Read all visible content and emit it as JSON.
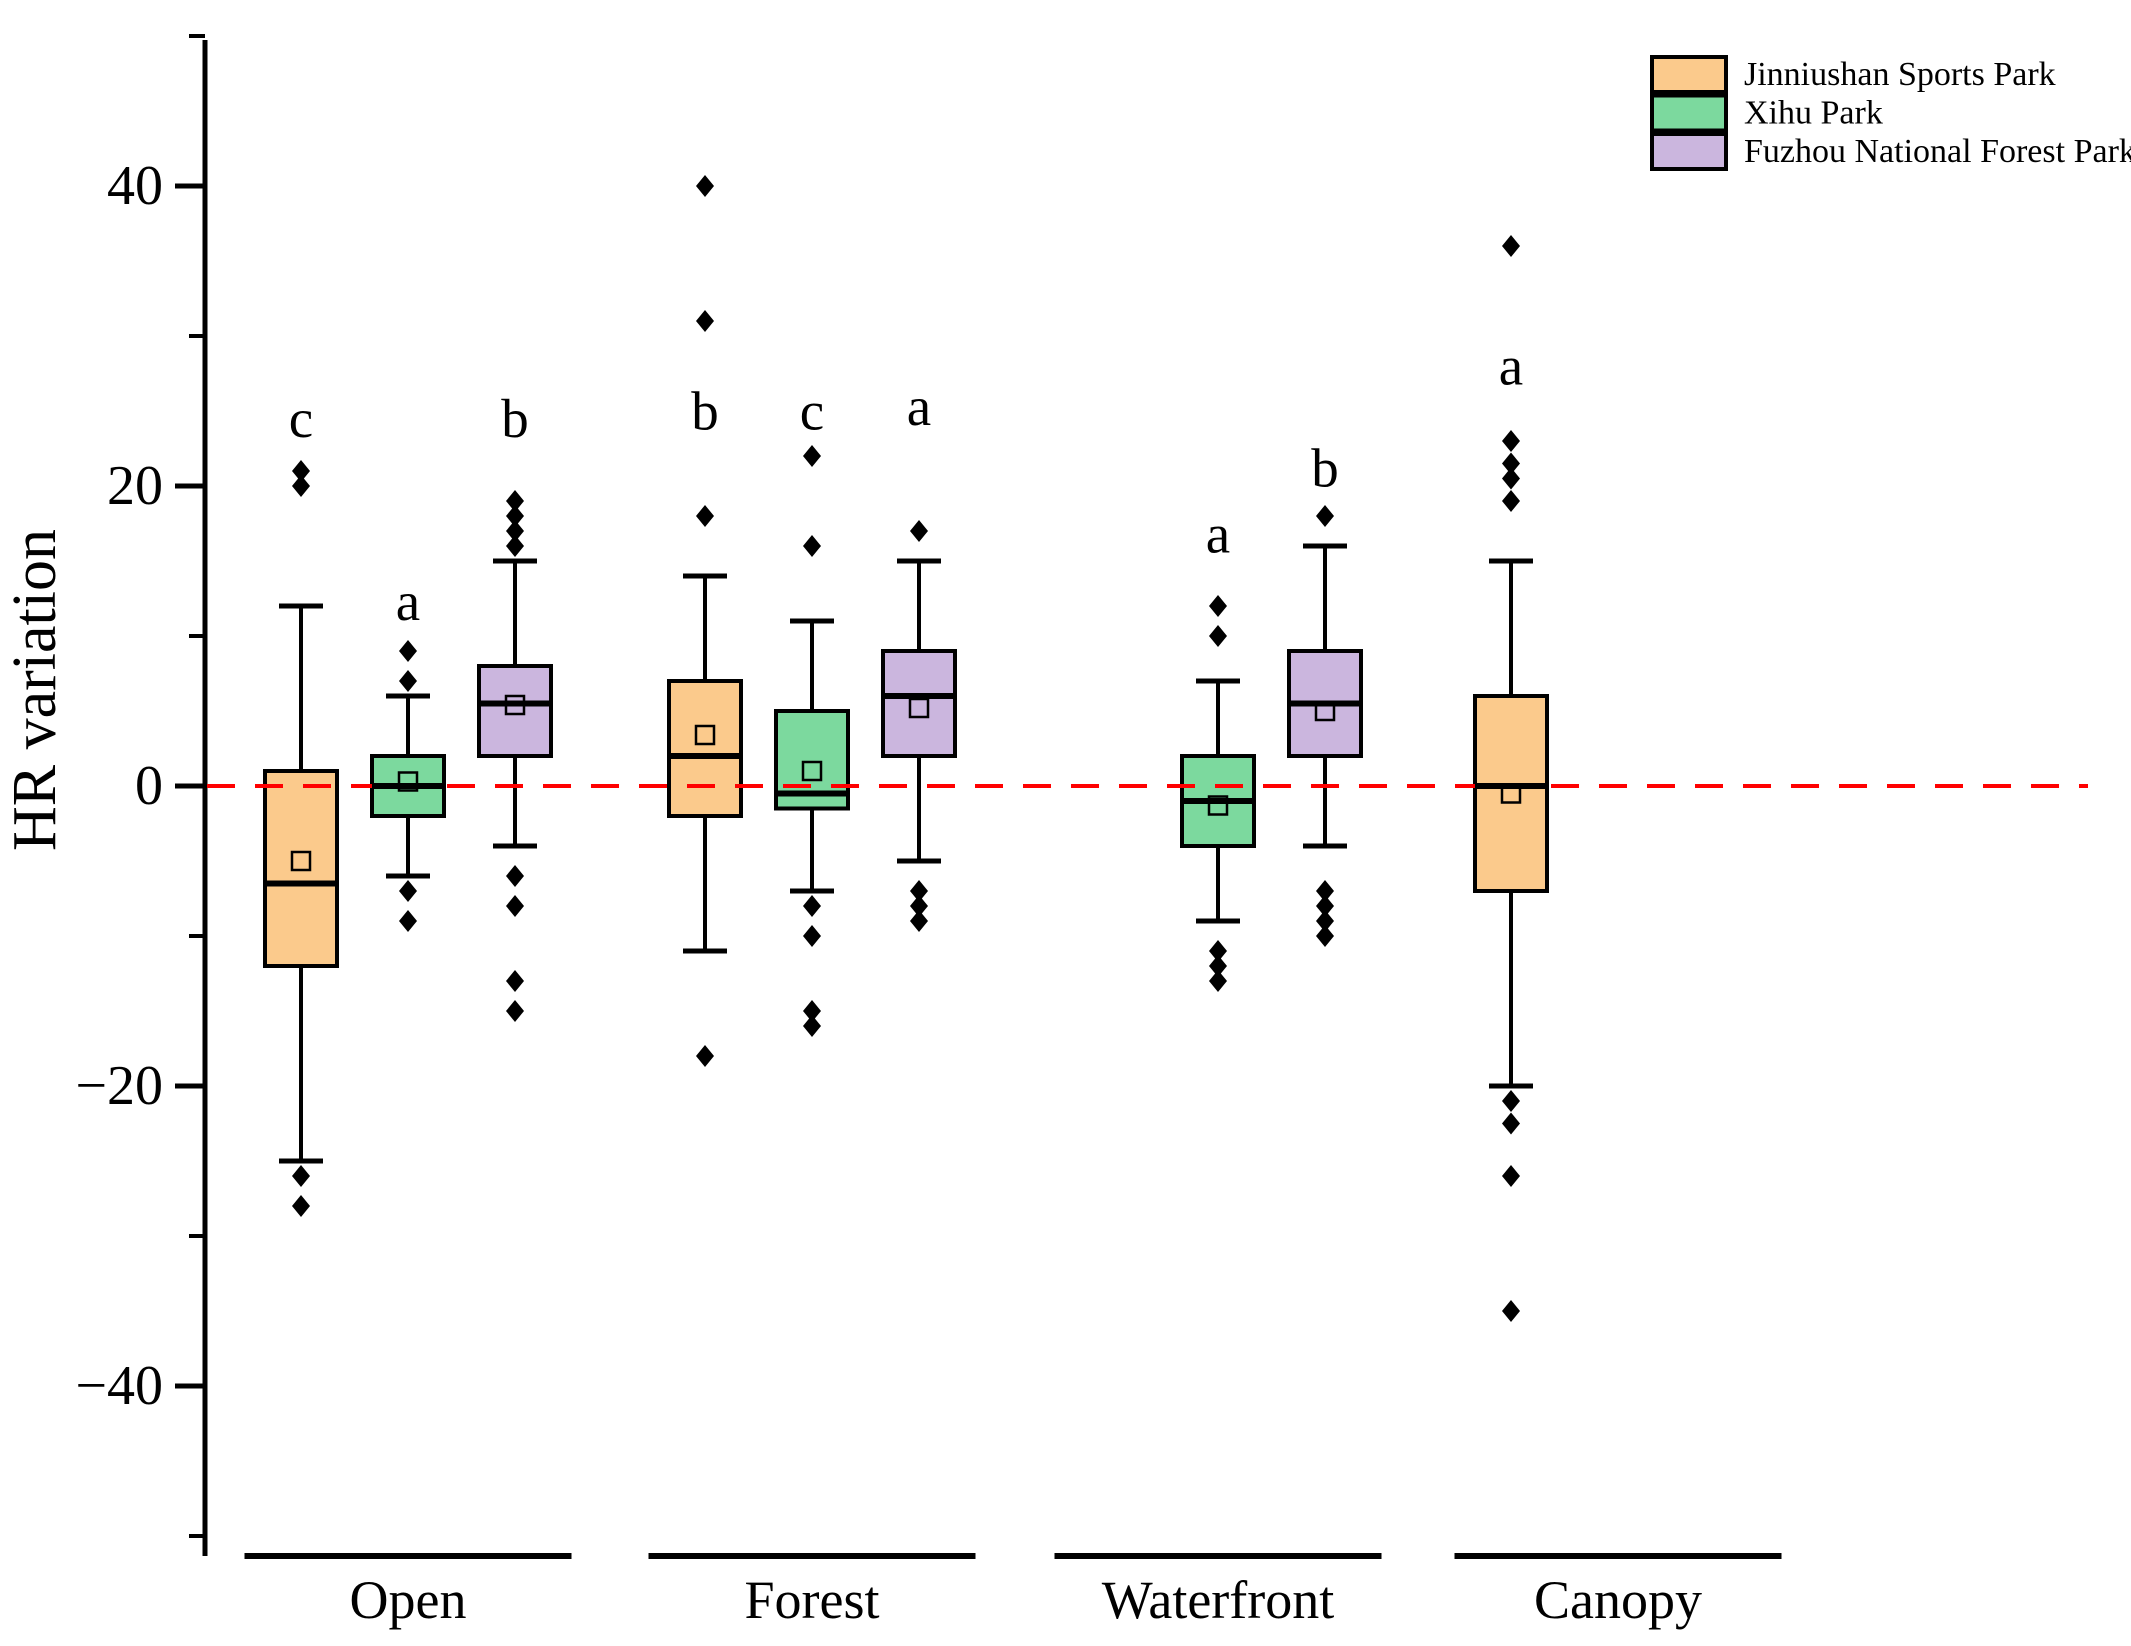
{
  "figure": {
    "background": "#ffffff",
    "y_axis": {
      "title": "HR variation",
      "major_ticks": [
        40,
        20,
        0,
        -20,
        -40
      ],
      "major_tick_labels": [
        "40",
        "20",
        "0",
        "−20",
        "−40"
      ],
      "minor_ticks": [
        50,
        30,
        10,
        -10,
        -30,
        -50
      ]
    },
    "zero_line": {
      "value": 0,
      "color": "#ff0000",
      "style": "dashed"
    },
    "legend_position": "top-right"
  },
  "chart_data": {
    "type": "boxplot",
    "title": "",
    "xlabel": "",
    "ylabel": "HR variation",
    "ylim": [
      -52,
      50
    ],
    "grid": false,
    "zero_reference_line": 0,
    "categories": [
      "Open",
      "Forest",
      "Waterfront",
      "Canopy"
    ],
    "series": [
      {
        "name": "Jinniushan Sports Park",
        "key": "jinniushan",
        "color": "#FBCA8C",
        "boxes": [
          {
            "category": "Open",
            "letter": "c",
            "letter_value": 24.5,
            "whisker_high": 12,
            "q3": 1,
            "median": -6.5,
            "mean": -5,
            "q1": -12,
            "whisker_low": -25,
            "outliers_above": [
              21,
              20
            ],
            "outliers_below": [
              -26,
              -28
            ]
          },
          {
            "category": "Forest",
            "letter": "b",
            "letter_value": 25,
            "whisker_high": 14,
            "q3": 7,
            "median": 2,
            "mean": 3.4,
            "q1": -2,
            "whisker_low": -11,
            "outliers_above": [
              40,
              31,
              18
            ],
            "outliers_below": [
              -18
            ]
          },
          null,
          {
            "category": "Canopy",
            "letter": "a",
            "letter_value": 28,
            "whisker_high": 15,
            "q3": 6,
            "median": 0,
            "mean": -0.5,
            "q1": -7,
            "whisker_low": -20,
            "outliers_above": [
              36,
              23,
              21.5,
              20.5,
              19
            ],
            "outliers_below": [
              -21,
              -22.5,
              -26,
              -35
            ]
          }
        ]
      },
      {
        "name": "Xihu Park",
        "key": "xihu",
        "color": "#7CD99E",
        "boxes": [
          {
            "category": "Open",
            "letter": "a",
            "letter_value": 12.3,
            "whisker_high": 6,
            "q3": 2,
            "median": 0,
            "mean": 0.3,
            "q1": -2,
            "whisker_low": -6,
            "outliers_above": [
              9,
              7
            ],
            "outliers_below": [
              -7,
              -9
            ]
          },
          {
            "category": "Forest",
            "letter": "c",
            "letter_value": 25,
            "whisker_high": 11,
            "q3": 5,
            "median": -0.5,
            "mean": 1,
            "q1": -1.5,
            "whisker_low": -7,
            "outliers_above": [
              22,
              16
            ],
            "outliers_below": [
              -8,
              -10,
              -15,
              -16
            ]
          },
          {
            "category": "Waterfront",
            "letter": "a",
            "letter_value": 16.8,
            "whisker_high": 7,
            "q3": 2,
            "median": -1,
            "mean": -1.3,
            "q1": -4,
            "whisker_low": -9,
            "outliers_above": [
              12,
              10
            ],
            "outliers_below": [
              -11,
              -12,
              -13
            ]
          },
          null
        ]
      },
      {
        "name": "Fuzhou National Forest Park",
        "key": "fuzhou",
        "color": "#CBB6DE",
        "boxes": [
          {
            "category": "Open",
            "letter": "b",
            "letter_value": 24.5,
            "whisker_high": 15,
            "q3": 8,
            "median": 5.5,
            "mean": 5.4,
            "q1": 2,
            "whisker_low": -4,
            "outliers_above": [
              19,
              18,
              17,
              16
            ],
            "outliers_below": [
              -6,
              -8,
              -13,
              -15
            ]
          },
          {
            "category": "Forest",
            "letter": "a",
            "letter_value": 25.3,
            "whisker_high": 15,
            "q3": 9,
            "median": 6,
            "mean": 5.2,
            "q1": 2,
            "whisker_low": -5,
            "outliers_above": [
              17
            ],
            "outliers_below": [
              -7,
              -8,
              -9
            ]
          },
          {
            "category": "Waterfront",
            "letter": "b",
            "letter_value": 21.2,
            "whisker_high": 16,
            "q3": 9,
            "median": 5.5,
            "mean": 5,
            "q1": 2,
            "whisker_low": -4,
            "outliers_above": [
              18
            ],
            "outliers_below": [
              -7,
              -8,
              -9,
              -10
            ]
          },
          null
        ]
      }
    ]
  }
}
